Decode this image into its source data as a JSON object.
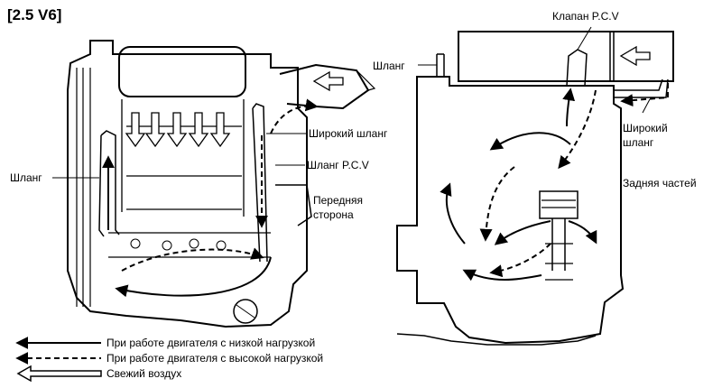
{
  "title": "[2.5 V6]",
  "labels": {
    "hose_left": "Шланг",
    "wide_hose": "Широкий шланг",
    "pcv_hose": "Шланг P.C.V",
    "front_line1": "Передняя",
    "front_line2": "сторона",
    "pcv_valve": "Клапан P.C.V",
    "hose_right": "Шланг",
    "wide_hose_r1": "Широкий",
    "wide_hose_r2": "шланг",
    "rear_part": "Задняя частей"
  },
  "legend": {
    "low_load": "При работе двигателя с низкой нагрузкой",
    "high_load": "При работе двигателя с высокой нагрузкой",
    "fresh_air": "Свежий воздух"
  }
}
